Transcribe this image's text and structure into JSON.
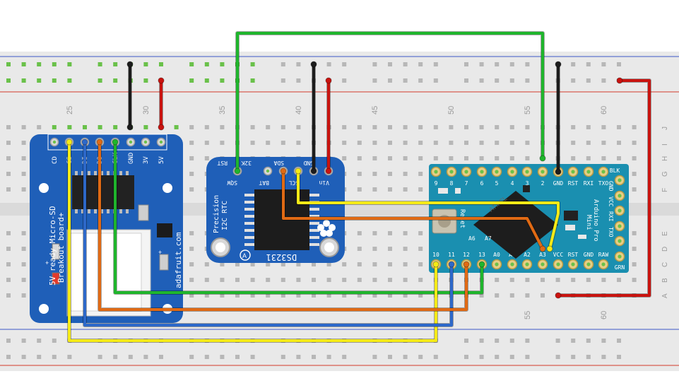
{
  "breadboard": {
    "column_numbers_top": [
      "25",
      "30",
      "35",
      "40",
      "45",
      "50",
      "55",
      "60"
    ],
    "column_numbers_bottom": [
      "55",
      "60"
    ],
    "row_letters": [
      "J",
      "I",
      "H",
      "G",
      "F",
      "E",
      "D",
      "C",
      "B",
      "A"
    ],
    "colors": {
      "board": "#e9e9e9",
      "hole": "#b7b7b7",
      "green_hole": "#6ac14a",
      "rail_red": "#d23a2c",
      "rail_blue": "#3d57c7"
    }
  },
  "sd_board": {
    "pins": [
      "CD",
      "CS",
      "DI",
      "DO",
      "CLK",
      "GND",
      "3V",
      "5V"
    ],
    "text_line1": "5V ready Micro-SD",
    "text_line2": "Breakout board+",
    "url": "adafruit.com",
    "plus_marks": [
      "+",
      "+"
    ],
    "color": "#1f5fb8"
  },
  "rtc_board": {
    "pins": [
      "RST",
      "32K",
      "SQW",
      "BAT",
      "SDA",
      "SCL",
      "GND",
      "Vin"
    ],
    "title_line1": "Precision",
    "title_line2": "I2C RTC",
    "chip": "DS3231",
    "logo": "A",
    "color": "#1f5fb8"
  },
  "arduino": {
    "top_pins": [
      "9",
      "8",
      "7",
      "6",
      "5",
      "4",
      "3",
      "2",
      "GND",
      "RST",
      "RXI",
      "TXO"
    ],
    "bottom_pins": [
      "10",
      "11",
      "12",
      "13",
      "A0",
      "A1",
      "A2",
      "A3",
      "VCC",
      "RST",
      "GND",
      "RAW"
    ],
    "mid_labels": [
      "A6",
      "A7"
    ],
    "side_labels": [
      "BLK",
      "GND",
      "VCC",
      "RXI",
      "TXO",
      "GRN"
    ],
    "name_lines": [
      "Arduino Pro",
      "Mini"
    ],
    "reset_label": "Reset",
    "chip_logo": "ATMEL",
    "color": "#1a8fb0"
  },
  "wire_colors": {
    "green": "#1fb52c",
    "black": "#1c1c1c",
    "red": "#c9130f",
    "yellow": "#f4ea17",
    "orange": "#e06a14",
    "blue": "#2d68c9"
  }
}
